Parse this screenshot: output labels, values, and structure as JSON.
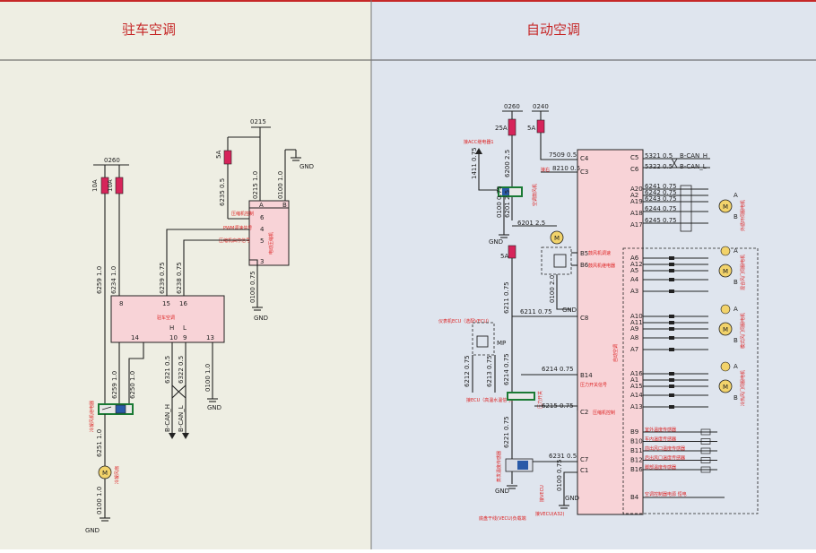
{
  "panels": {
    "left_title": "驻车空调",
    "right_title": "自动空调"
  },
  "left": {
    "bus_0260": "0260",
    "bus_0215": "0215",
    "fuse_10a_1": "10A",
    "fuse_10a_2": "10A",
    "fuse_5a": "5A",
    "w6259": "6259 1.0",
    "w6234": "6234 1.0",
    "w6239": "6239 0.75",
    "w6238": "6238 0.75",
    "w6235": "6235 0.5",
    "w0215": "0215 1.0",
    "w0100a": "0100 1.0",
    "w0100b": "0100 0.75",
    "gnd": "GND",
    "comp_lbl_a": "A",
    "comp_lbl_b": "B",
    "comp_name": "电动压缩机",
    "comp_p6": "6",
    "comp_p4": "4",
    "comp_p5": "5",
    "comp_p3": "3",
    "sig_ctrl": "压缩机控制",
    "sig_pwm": "PWM调速信号",
    "sig_start": "压缩机启停信号",
    "ctrl_name": "驻车空调",
    "p8": "8",
    "p15": "15",
    "p16": "16",
    "p14": "14",
    "p10": "10",
    "p9": "9",
    "p13": "13",
    "ph": "H",
    "pl": "L",
    "w6321": "6321 0.5",
    "w6322": "6322 0.5",
    "w0100c": "0100 1.0",
    "can_h": "B-CAN_H",
    "can_l": "B-CAN_L",
    "relay_lbl": "冷凝风机继电器",
    "w6259b": "6259 1.0",
    "w6250": "6250 1.0",
    "w6251": "6251 1.0",
    "fan_lbl": "冷凝风扇",
    "w0100d": "0100 1.0",
    "motor_m": "M"
  },
  "right": {
    "bus_0260": "0260",
    "bus_0240": "0240",
    "fuse_25a": "25A",
    "fuse_5a": "5A",
    "fuse_5a_2": "5A",
    "acc_lbl": "接ACC继电器1",
    "w1411": "1411 0.75",
    "w6200": "6200 2.5",
    "w0100a": "0100 0.75",
    "w6201": "6201 2.5",
    "w6201b": "6201 2.5",
    "gnd": "GND",
    "pins_left": [
      "C4",
      "C3",
      "B5",
      "B6",
      "C8",
      "B14",
      "C2",
      "C7",
      "C1"
    ],
    "w7509": "7509 0.5",
    "w8210": "8210 0.5",
    "sig_c3": "接右",
    "fan_lbls": [
      "鼓风机调速",
      "鼓风机继电器",
      "空调鼓风机"
    ],
    "w0100b": "0100 2.0",
    "w6211": "6211 0.75",
    "w6211b": "6211 0.75",
    "mode_lbl": "仪表机ECU（选配VECU）",
    "mp": "MP",
    "w6212": "6212 0.75",
    "w6213": "6213 0.75",
    "w6214": "6214 0.75",
    "w6214b": "6214 0.75",
    "w6215": "6215 0.75",
    "w6221": "6221 0.75",
    "w6231": "6231 0.5",
    "w0100c": "0100 0.75",
    "sig_b14": "压力开关信号",
    "sig_c2": "压缩机控制",
    "ecu_lbl": "接ECU（高温水温信号）",
    "sensor_lbl": "蒸发温度传感器",
    "press_lbl": "压力开关",
    "vecu_lbl": "接VECU(A32)",
    "vecu2_lbl": "接VECU",
    "chassis_lbl": "底盘干线(VECU)负载端",
    "main_lbl": "自动空调",
    "pins_right_top": [
      "C5",
      "C6"
    ],
    "w5321": "5321 0.5",
    "w5322": "5322 0.5",
    "can_h": "B-CAN_H",
    "can_l": "B-CAN_L",
    "pins_a_top": [
      "A20",
      "A2",
      "A19",
      "A18",
      "A17"
    ],
    "w_a_top": [
      "6241 0.75",
      "6242 0.75",
      "6243 0.75",
      "6244 0.75",
      "6245 0.75"
    ],
    "pins_g1": [
      "A6",
      "A12",
      "A5",
      "A4",
      "A3"
    ],
    "pins_g2": [
      "A10",
      "A11",
      "A9",
      "A8",
      "A7"
    ],
    "pins_g3": [
      "A16",
      "A1",
      "A15",
      "A14",
      "A13"
    ],
    "pins_b": [
      "B9",
      "B10",
      "B11",
      "B12",
      "B16"
    ],
    "sensor_lbls": [
      "室外温度传感器",
      "车内温度传感器",
      "前出风口温度传感器",
      "后出风口温度传感器",
      "脚部温度传感器"
    ],
    "pin_b4": "B4",
    "b4_lbl": "空调控制器电源 恒电",
    "motor_lbls": [
      "外循环伺服电机",
      "混合风门伺服电机",
      "模式风门伺服电机",
      "冷热风门伺服电机"
    ],
    "ab_a": "A",
    "ab_b": "B",
    "motor_m": "M",
    "gnd_p": "GND"
  }
}
